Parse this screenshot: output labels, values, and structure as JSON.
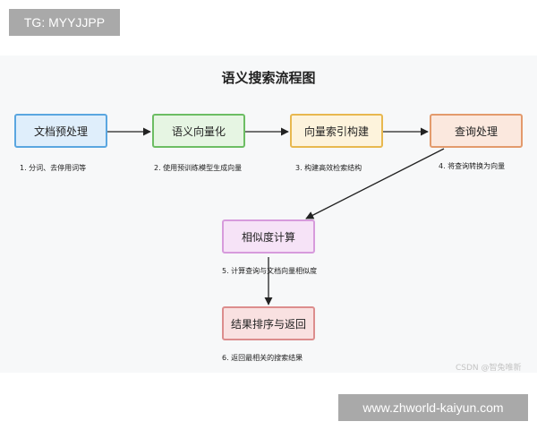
{
  "overlay": {
    "tg_label": "TG: MYYJJPP",
    "url_label": "www.zhworld-kaiyun.com"
  },
  "diagram": {
    "title": "语义搜索流程图",
    "nodes": [
      {
        "label": "文档预处理",
        "note": "1. 分词、去停用词等"
      },
      {
        "label": "语义向量化",
        "note": "2. 使用预训练模型生成向量"
      },
      {
        "label": "向量索引构建",
        "note": "3. 构建高效检索结构"
      },
      {
        "label": "查询处理",
        "note": "4. 将查询转换为向量"
      },
      {
        "label": "相似度计算",
        "note": "5. 计算查询与文档向量相似度"
      },
      {
        "label": "结果排序与返回",
        "note": "6. 返回最相关的搜索结果"
      }
    ],
    "edges": [
      {
        "from": 0,
        "to": 1
      },
      {
        "from": 1,
        "to": 2
      },
      {
        "from": 2,
        "to": 3
      },
      {
        "from": 3,
        "to": 4
      },
      {
        "from": 4,
        "to": 5
      }
    ],
    "watermark": "CSDN @智兔唯新"
  }
}
